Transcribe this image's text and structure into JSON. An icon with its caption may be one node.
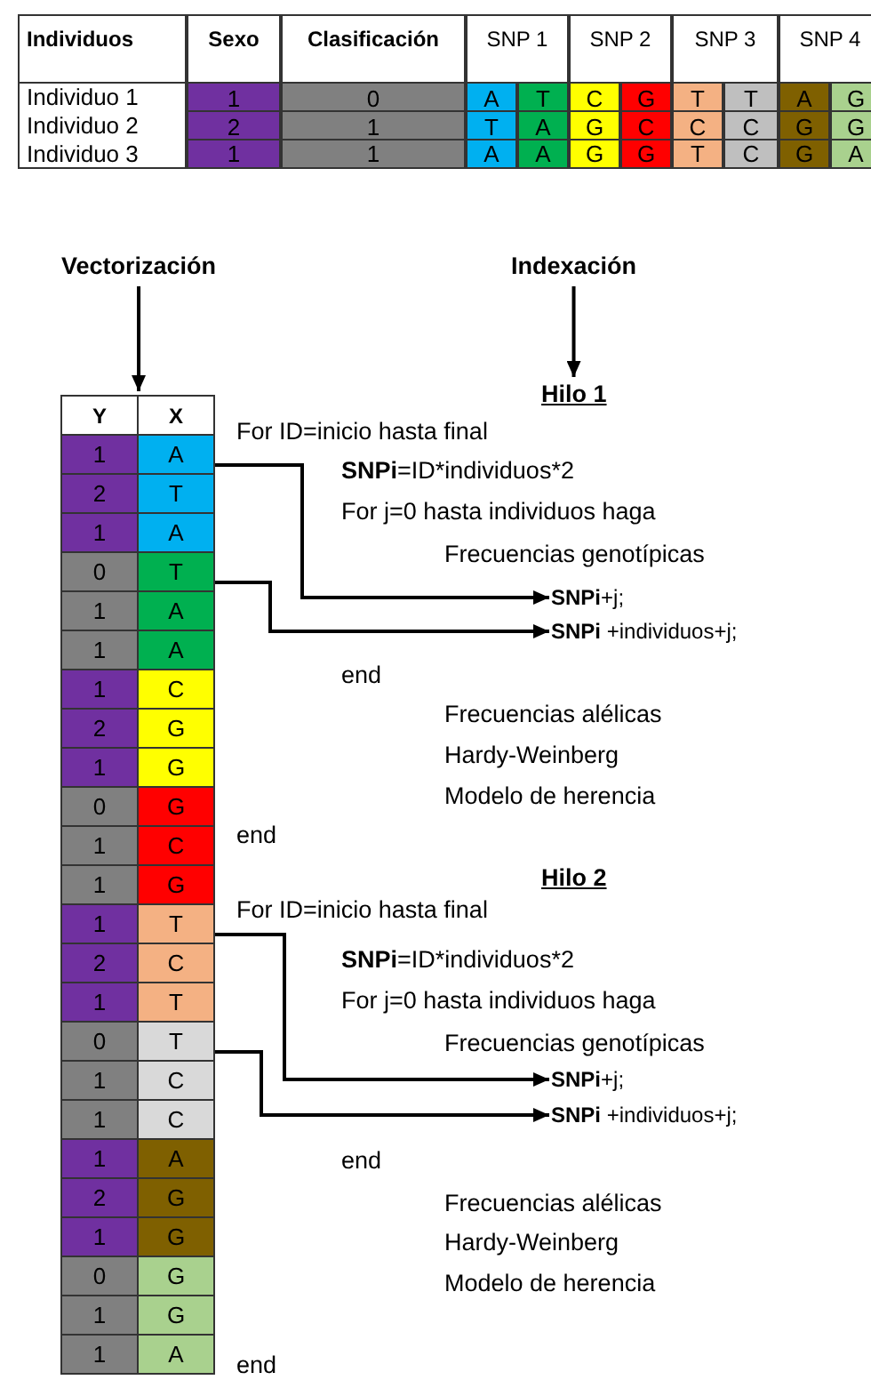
{
  "diagram": {
    "nodes": [
      {
        "text": [
          "Vectorización"
        ]
      },
      {
        "text": [],
        "shape": "box"
      },
      {
        "text": [
          "Indexación"
        ]
      },
      {
        "text": [
          "Hilo 1"
        ]
      },
      {
        "text": [
          "A"
        ],
        "in": 1
      },
      {
        "text": [
          "T"
        ],
        "in": 1
      },
      {
        "text": [
          "**SNPi**+j;"
        ]
      },
      {
        "text": [
          "**SNPi** +individuos+j;"
        ]
      },
      {
        "text": [
          "T"
        ],
        "in": 1
      },
      {
        "text": [
          "T"
        ],
        "in": 1
      },
      {
        "text": [
          "**SNPi**+j;"
        ]
      },
      {
        "text": [
          "**SNPi** +individuos+j;"
        ]
      }
    ],
    "edges": [
      {
        "from": 0,
        "to": 1,
        "arrow": "to"
      },
      {
        "from": 2,
        "to": 3,
        "arrow": "to"
      },
      {
        "from": 4,
        "to": 6,
        "arrow": "to"
      },
      {
        "from": 5,
        "to": 7,
        "arrow": "to"
      },
      {
        "from": 8,
        "to": 10,
        "arrow": "to"
      },
      {
        "from": 9,
        "to": 11,
        "arrow": "to"
      }
    ],
    "labels": [
      "Individuos",
      "Sexo",
      "Clasificación",
      "SNP 1",
      "SNP 2",
      "SNP 3",
      "SNP 4",
      "Individuo 1",
      "1",
      "0",
      "A",
      "T",
      "C",
      "G",
      "T",
      "T",
      "A",
      "G",
      "Individuo 2",
      "2",
      "1",
      "T",
      "A",
      "G",
      "C",
      "C",
      "C",
      "G",
      "G",
      "Individuo 3",
      "1",
      "1",
      "A",
      "A",
      "G",
      "G",
      "T",
      "C",
      "G",
      "A",
      "Y",
      "X",
      "1",
      "2",
      "T",
      "1",
      "A",
      "0",
      "1",
      "A",
      "1",
      "A",
      "1",
      "C",
      "2",
      "G",
      "1",
      "G",
      "0",
      "G",
      "1",
      "C",
      "1",
      "G",
      "1",
      "2",
      "C",
      "1",
      "T",
      "0",
      "1",
      "C",
      "1",
      "C",
      "1",
      "A",
      "2",
      "G",
      "1",
      "G",
      "0",
      "G",
      "1",
      "G",
      "1",
      "A",
      "For ID=inicio hasta final",
      "**SNPi**=ID*individuos*2",
      "For j=0 hasta individuos haga",
      "Frecuencias genotípicas",
      "end",
      "Frecuencias alélicas",
      "Hardy-Weinberg",
      "Modelo de herencia",
      "end",
      "Hilo 2",
      "For ID=inicio hasta final",
      "**SNPi**=ID*individuos*2",
      "For j=0 hasta individuos haga",
      "Frecuencias genotípicas",
      "end",
      "Frecuencias alélicas",
      "Hardy-Weinberg",
      "Modelo de herencia",
      "end"
    ]
  }
}
